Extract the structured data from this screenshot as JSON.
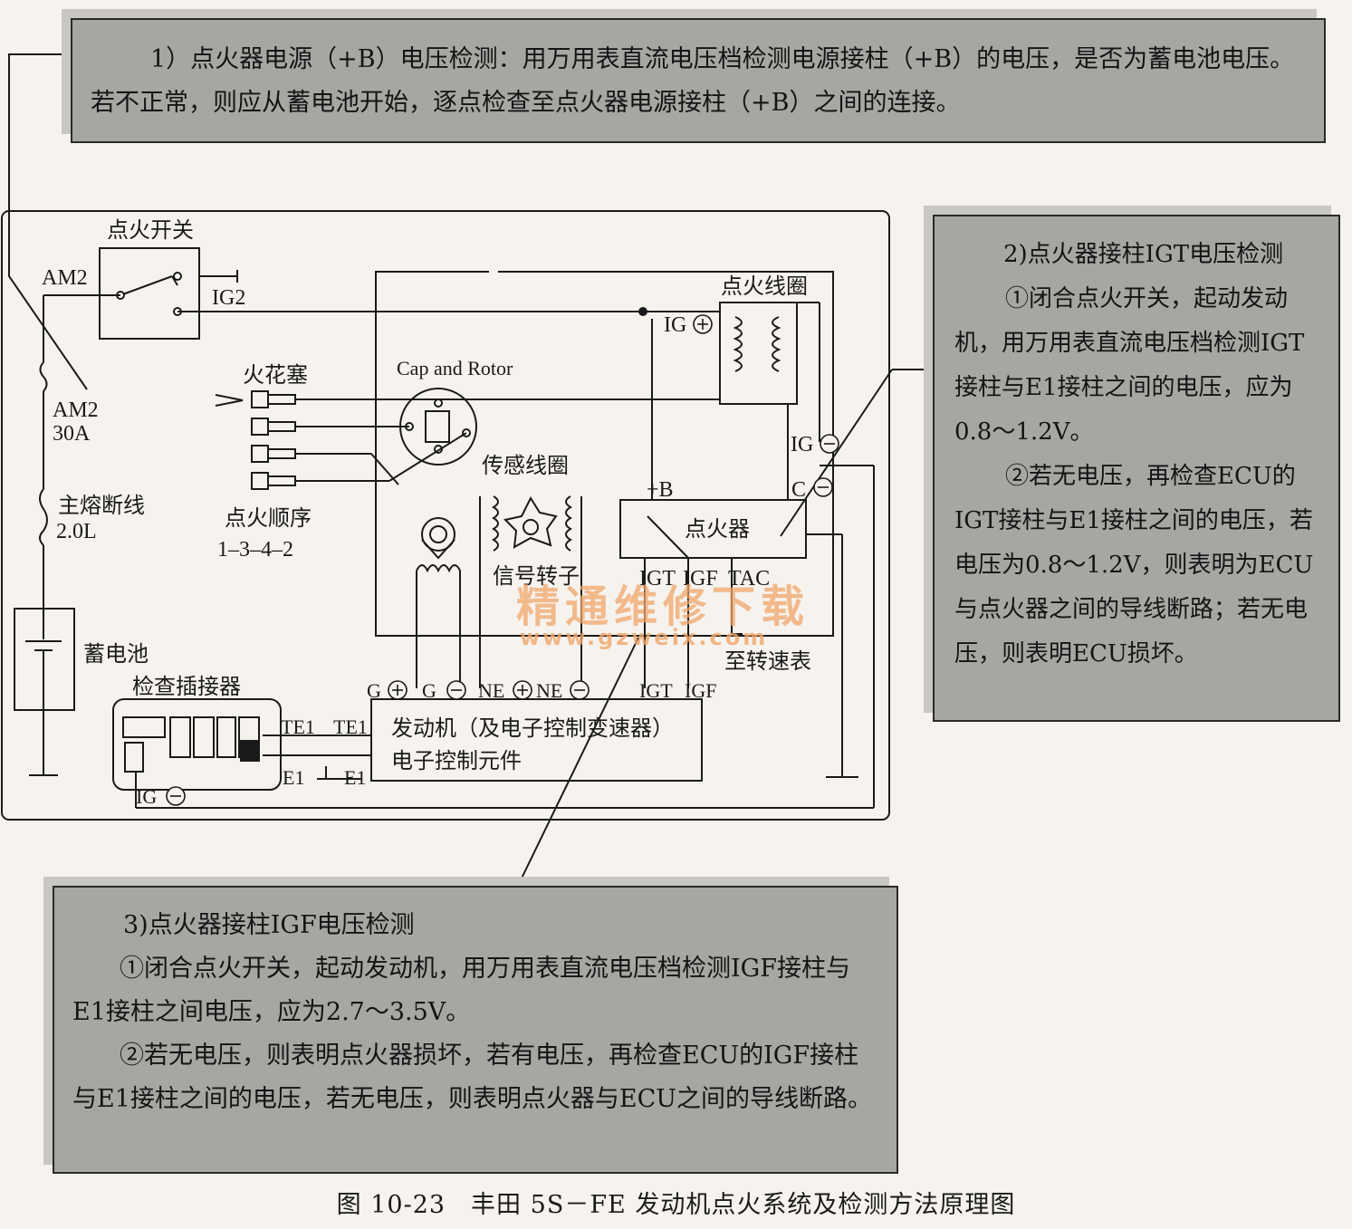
{
  "callouts": {
    "power_check": {
      "text": "1）点火器电源（+B）电压检测：用万用表直流电压档检测电源接柱（+B）的电压，是否为蓄电池电压。若不正常，则应从蓄电池开始，逐点检查至点火器电源接柱（+B）之间的连接。"
    },
    "igt_check": {
      "title": "2)点火器接柱IGT电压检测",
      "step1": "①闭合点火开关，起动发动机，用万用表直流电压档检测IGT接柱与E1接柱之间的电压，应为0.8～1.2V。",
      "step2": "②若无电压，再检查ECU的IGT接柱与E1接柱之间的电压，若电压为0.8～1.2V，则表明为ECU与点火器之间的导线断路；若无电压，则表明ECU损坏。"
    },
    "igf_check": {
      "title": "3)点火器接柱IGF电压检测",
      "step1": "①闭合点火开关，起动发动机，用万用表直流电压档检测IGF接柱与E1接柱之间电压，应为2.7～3.5V。",
      "step2": "②若无电压，则表明点火器损坏，若有电压，再检查ECU的IGF接柱与E1接柱之间的电压，若无电压，则表明点火器与ECU之间的导线断路。"
    }
  },
  "labels": {
    "ignition_switch": "点火开关",
    "am2": "AM2",
    "ig2": "IG2",
    "fuse_am2": "AM2",
    "fuse_30a": "30A",
    "main_fuse": "主熔断线",
    "main_fuse_rating": "2.0L",
    "battery": "蓄电池",
    "spark_plug": "火花塞",
    "firing_order": "点火顺序",
    "firing_order_value": "1–3–4–2",
    "cap_rotor": "Cap and Rotor",
    "ignition_coil": "点火线圈",
    "ig_plus": "IG",
    "ig_minus": "IG",
    "sensing_coil": "传感线圈",
    "signal_rotor": "信号转子",
    "plus_b": "+B",
    "c_minus": "C",
    "igniter": "点火器",
    "igt": "IGT",
    "igf": "IGF",
    "tac": "TAC",
    "to_tachometer": "至转速表",
    "check_connector": "检查插接器",
    "te1_left": "TE1",
    "te1_right": "TE1",
    "e1_left": "E1",
    "e1_right": "E1",
    "ig_minus_bottom": "IG",
    "g_plus": "G",
    "g_minus": "G",
    "ne_plus": "NE",
    "ne_minus": "NE",
    "ecu_igt": "IGT",
    "ecu_igf": "IGF",
    "ecu_line1": "发动机（及电子控制变速器）",
    "ecu_line2": "电子控制元件"
  },
  "watermark": {
    "cn": "精通维修下载",
    "url": "www.gzweix.com"
  },
  "caption": "图 10-23　丰田 5S－FE 发动机点火系统及检测方法原理图",
  "colors": {
    "callout_bg": "#a7a6a3",
    "watermark": "#f0a56a",
    "line": "#1a1a1a"
  }
}
